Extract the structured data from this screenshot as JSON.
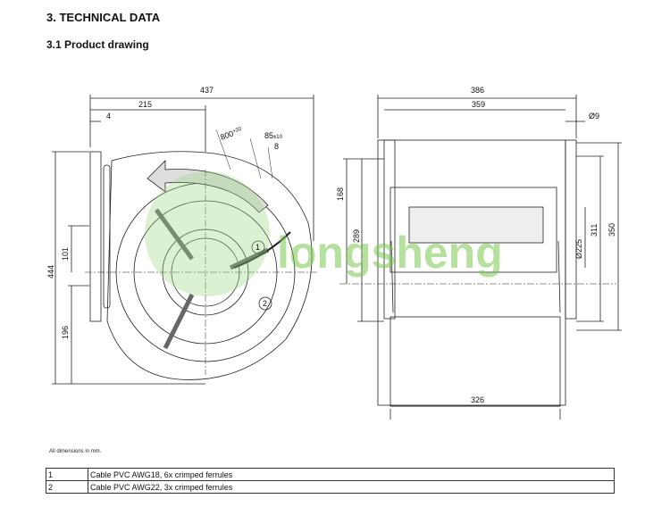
{
  "headings": {
    "section": "3. TECHNICAL DATA",
    "subsection": "3.1 Product drawing"
  },
  "front_view": {
    "dim_overall_width": "437",
    "dim_half_width": "215",
    "dim_flange": "4",
    "dim_cable_length": "800",
    "dim_cable_length_tol": "+20",
    "dim_strip_length": "85",
    "dim_strip_tol": "±10",
    "dim_ferrule": "8",
    "dim_height": "444",
    "dim_upper": "101",
    "dim_lower": "196",
    "callout_1": "1",
    "callout_2": "2"
  },
  "side_view": {
    "dim_overall_width": "386",
    "dim_inner_width": "359",
    "dim_hole": "Ø9",
    "dim_168": "168",
    "dim_289": "289",
    "dim_diameter": "Ø225",
    "dim_311": "311",
    "dim_350": "350",
    "dim_bottom": "326"
  },
  "watermark": "longsheng",
  "watermark_color": "#7ac74f",
  "note": "All dimensions in mm.",
  "legend": [
    {
      "num": "1",
      "text": "Cable PVC AWG18, 6x crimped ferrules"
    },
    {
      "num": "2",
      "text": "Cable PVC AWG22, 3x crimped ferrules"
    }
  ]
}
